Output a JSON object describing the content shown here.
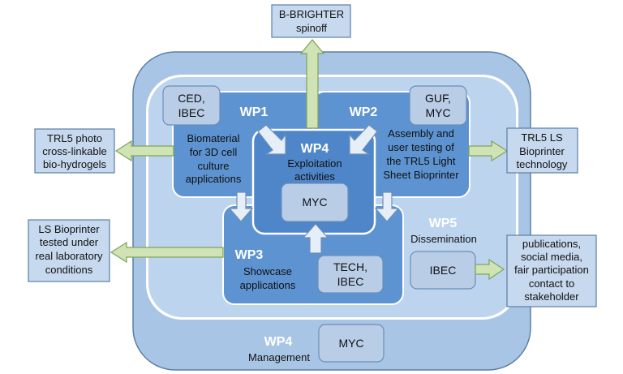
{
  "external_outputs": {
    "top": [
      "B-BRIGHTER",
      "spinoff"
    ],
    "left_top": [
      "TRL5 photo",
      "cross-linkable",
      "bio-hydrogels"
    ],
    "left_bottom": [
      "LS Bioprinter",
      "tested under",
      "real laboratory",
      "conditions"
    ],
    "right_top": [
      "TRL5 LS",
      "Bioprinter",
      "technology"
    ],
    "right_bottom": [
      "publications,",
      "social media,",
      "fair participation",
      "contact to",
      "stakeholder"
    ]
  },
  "wp1": {
    "title": "WP1",
    "partners": [
      "CED,",
      "IBEC"
    ],
    "desc": [
      "Biomaterial",
      "for 3D cell",
      "culture",
      "applications"
    ]
  },
  "wp2": {
    "title": "WP2",
    "partners": [
      "GUF,",
      "MYC"
    ],
    "desc": [
      "Assembly and",
      "user testing of",
      "the TRL5 Light",
      "Sheet Bioprinter"
    ]
  },
  "wp3": {
    "title": "WP3",
    "partners": [
      "TECH,",
      "IBEC"
    ],
    "desc": [
      "Showcase",
      "applications"
    ]
  },
  "wp4_exploitation": {
    "title": "WP4",
    "partner": "MYC",
    "desc": [
      "Exploitation",
      "activities"
    ]
  },
  "wp5": {
    "title": "WP5",
    "partner": "IBEC",
    "desc": "Dissemination"
  },
  "wp4_management": {
    "title": "WP4",
    "partner": "MYC",
    "desc": "Management"
  },
  "colors": {
    "outer_bg": "#a9c5e6",
    "inner_bg": "#bdd4ee",
    "wp_dark": "#5d93d0",
    "wp_center": "#4e86c9",
    "partner_box": "#b9cde7",
    "green_arrow": "#cfe3b4"
  }
}
